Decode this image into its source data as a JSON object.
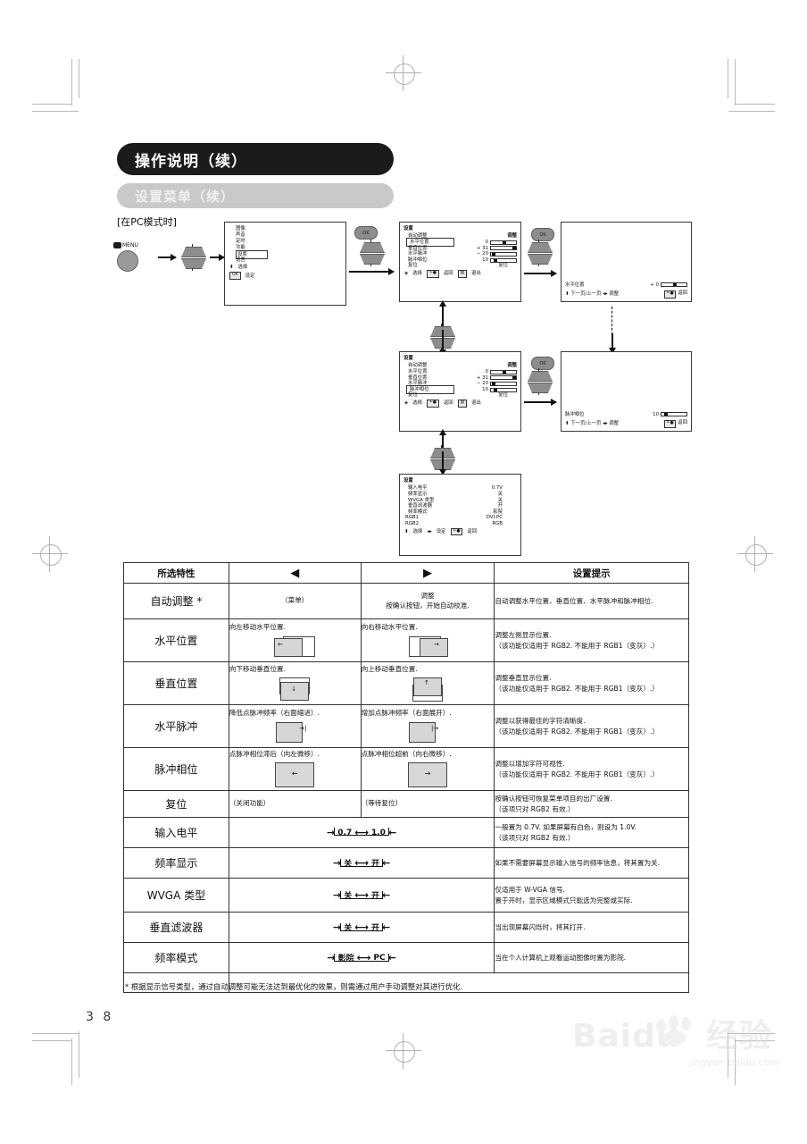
{
  "header": {
    "title": "操作说明（续）",
    "subtitle": "设置菜单（续）",
    "mode_label": "[在PC模式时]"
  },
  "flow": {
    "menu_button_label": "MENU",
    "ok_button_label": "OK",
    "main_menu": {
      "items": [
        "图像",
        "声音",
        "定时",
        "功能"
      ],
      "selected": "设置",
      "items_after": [
        "语言"
      ],
      "footer_select": "选择",
      "footer_ok_key": "OK",
      "footer_ok_label": "设定"
    },
    "panel_a": {
      "title": "设置",
      "value_header": "调整",
      "rows": [
        {
          "label": "自动调整",
          "value": "",
          "bar": null,
          "selected": false
        },
        {
          "label": "水平位置",
          "value": "0",
          "bar": 50,
          "selected": true
        },
        {
          "label": "垂直位置",
          "value": "+ 31",
          "bar": 88,
          "selected": false
        },
        {
          "label": "水平脉冲",
          "value": "− 20",
          "bar": 12,
          "selected": false
        },
        {
          "label": "脉冲相位",
          "value": "10",
          "bar": 18,
          "selected": false
        },
        {
          "label": "复位",
          "value": "复位",
          "bar": null,
          "selected": false
        }
      ],
      "foot_select": "选择",
      "foot_back": "返回",
      "foot_exit": "退出"
    },
    "panel_b": {
      "title": "设置",
      "value_header": "调整",
      "rows": [
        {
          "label": "自动调整",
          "value": "",
          "bar": null,
          "selected": false
        },
        {
          "label": "水平位置",
          "value": "0",
          "bar": 50,
          "selected": false
        },
        {
          "label": "垂直位置",
          "value": "+ 31",
          "bar": 88,
          "selected": false
        },
        {
          "label": "水平脉冲",
          "value": "− 20",
          "bar": 12,
          "selected": false
        },
        {
          "label": "脉冲相位",
          "value": "10",
          "bar": 18,
          "selected": true
        },
        {
          "label": "复位",
          "value": "复位",
          "bar": null,
          "selected": false
        }
      ],
      "foot_select": "选择",
      "foot_back": "返回",
      "foot_exit": "退出"
    },
    "panel_c": {
      "title": "设置",
      "rows": [
        {
          "label": "输入电平",
          "value": "0.7V"
        },
        {
          "label": "频率显示",
          "value": "关"
        },
        {
          "label": "WVGA 类型",
          "value": "关"
        },
        {
          "label": "垂直滤波器",
          "value": "开"
        },
        {
          "label": "频率模式",
          "value": "影院"
        },
        {
          "label": "RGB1",
          "value": "DVI-PC"
        },
        {
          "label": "RGB2",
          "value": "RGB"
        }
      ],
      "foot_select": "选择",
      "foot_set": "设定",
      "foot_back": "返回"
    },
    "detail_a": {
      "label": "水平位置",
      "value": "+ 0",
      "bar": 50,
      "nav": "下一页/上一页",
      "adjust": "调整",
      "back": "返回"
    },
    "detail_b": {
      "label": "脉冲相位",
      "value": "10",
      "bar": 18,
      "nav": "下一页/上一页",
      "adjust": "调整",
      "back": "返回"
    }
  },
  "table": {
    "headers": {
      "feature": "所选特性",
      "left": "◀",
      "right": "▶",
      "hint": "设置提示"
    },
    "rows": [
      {
        "feature": "自动调整 *",
        "left": "（菜单）",
        "left_align": "center",
        "right_line1": "调整",
        "right_line2": "按确认按钮，开始自动校准.",
        "right_align": "center",
        "hint": "自动调整水平位置、垂直位置、水平脉冲和脉冲相位."
      },
      {
        "feature": "水平位置",
        "left": "向左移动水平位置.",
        "left_icon": "screen-shift-left-icon",
        "right_line1": "向右移动水平位置.",
        "right_icon": "screen-shift-right-icon",
        "hint": "调整左侧显示位置.\n（该功能仅适用于 RGB2. 不能用于 RGB1（变灰）.）"
      },
      {
        "feature": "垂直位置",
        "left": "向下移动垂直位置.",
        "left_icon": "screen-shift-down-icon",
        "right_line1": "向上移动垂直位置.",
        "right_icon": "screen-shift-up-icon",
        "hint": "调整垂直显示位置.\n（该功能仅适用于 RGB2. 不能用于 RGB1（变灰）.）"
      },
      {
        "feature": "水平脉冲",
        "left": "降低点脉冲频率（右面缩进）.",
        "left_icon": "screen-narrow-icon",
        "right_line1": "增加点脉冲频率（右面展开）.",
        "right_icon": "screen-widen-icon",
        "hint": "调整以获得最佳的字符清晰度.\n（该功能仅适用于 RGB2. 不能用于 RGB1（变灰）.）"
      },
      {
        "feature": "脉冲相位",
        "left": "点脉冲相位滞后（向左微移）.",
        "left_icon": "phase-left-icon",
        "right_line1": "点脉冲相位超前（向右微移）.",
        "right_icon": "phase-right-icon",
        "hint": "调整以增加字符可视性.\n（该功能仅适用于 RGB2. 不能用于 RGB1（变灰）.）"
      },
      {
        "feature": "复位",
        "left": "（关闭功能）",
        "right_line1": "（等待复位）",
        "hint": "按确认按钮可恢复菜单项目的出厂设置.\n（该项只对 RGB2 有效.）"
      }
    ],
    "cycle_rows": [
      {
        "feature": "输入电平",
        "options": [
          "0.7",
          "1.0"
        ],
        "hint": "一般置为 0.7V. 如果屏幕有白色，则设为 1.0V.\n（该项只对 RGB2 有效.）"
      },
      {
        "feature": "频率显示",
        "options": [
          "关",
          "开"
        ],
        "hint": "如果不需要屏幕显示输入信号的频率信息，将其置为关."
      },
      {
        "feature": "WVGA 类型",
        "options": [
          "关",
          "开"
        ],
        "hint": "仅适用于 W-VGA 信号.\n置于开时，显示区域模式只能选为完整或实际."
      },
      {
        "feature": "垂直滤波器",
        "options": [
          "关",
          "开"
        ],
        "hint": "当出现屏幕闪烁时，将其打开."
      },
      {
        "feature": "频率模式",
        "options": [
          "影院",
          "PC"
        ],
        "hint": "当在个人计算机上观看运动图像时置为影院."
      }
    ]
  },
  "footnote": "* 根据显示信号类型，通过自动调整可能无法达到最优化的效果，则需通过用户手动调整对其进行优化.",
  "page_number": "3 8",
  "watermark": {
    "brand": "Baidu",
    "brand_cn": "经验",
    "url": "jingyan.baidu.com"
  }
}
